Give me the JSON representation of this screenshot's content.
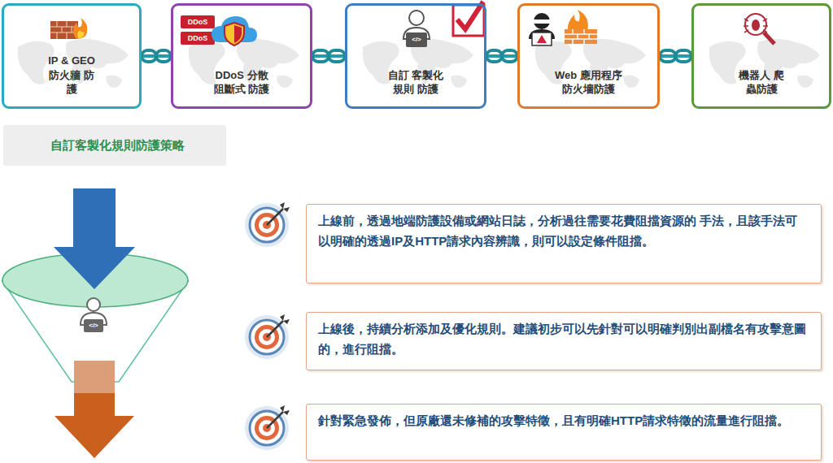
{
  "diagram": {
    "nodes": [
      {
        "text": [
          "IP & GEO 防火牆 防護"
        ]
      },
      {
        "text": [
          "DDoS 分散阻斷式 防護"
        ]
      },
      {
        "text": [
          "自訂 客製化規則 防護"
        ]
      },
      {
        "text": [
          "Web 應用程序 防火墻防護"
        ]
      },
      {
        "text": [
          "機器人 爬蟲防護"
        ]
      },
      {
        "text": [
          "自訂客製化規則防護策略"
        ]
      },
      {
        "text": [
          "上線前，透過地端防護設備或網站日誌，分析過往需要花費阻擋資源的 手法，且該手法可以明確的透過IP及HTTP請求內容辨識，則可以設定條件阻擋。"
        ]
      },
      {
        "text": [
          "上線後，持續分析添加及優化規則。建議初步可以先針對可以明確判別出副檔名有攻擊意圖的，進行阻擋。"
        ]
      },
      {
        "text": [
          "針對緊急發佈，但原廠還未修補的攻擊特徵，且有明確HTTP請求特徵的流量進行阻擋。"
        ]
      }
    ],
    "edges": [
      {
        "from": 0,
        "to": 1,
        "arrow": "none"
      },
      {
        "from": 1,
        "to": 2,
        "arrow": "none"
      },
      {
        "from": 2,
        "to": 3,
        "arrow": "none"
      },
      {
        "from": 3,
        "to": 4,
        "arrow": "none"
      }
    ],
    "labels": [
      "DDoS",
      "DDoS",
      "</>",
      "</>"
    ]
  }
}
